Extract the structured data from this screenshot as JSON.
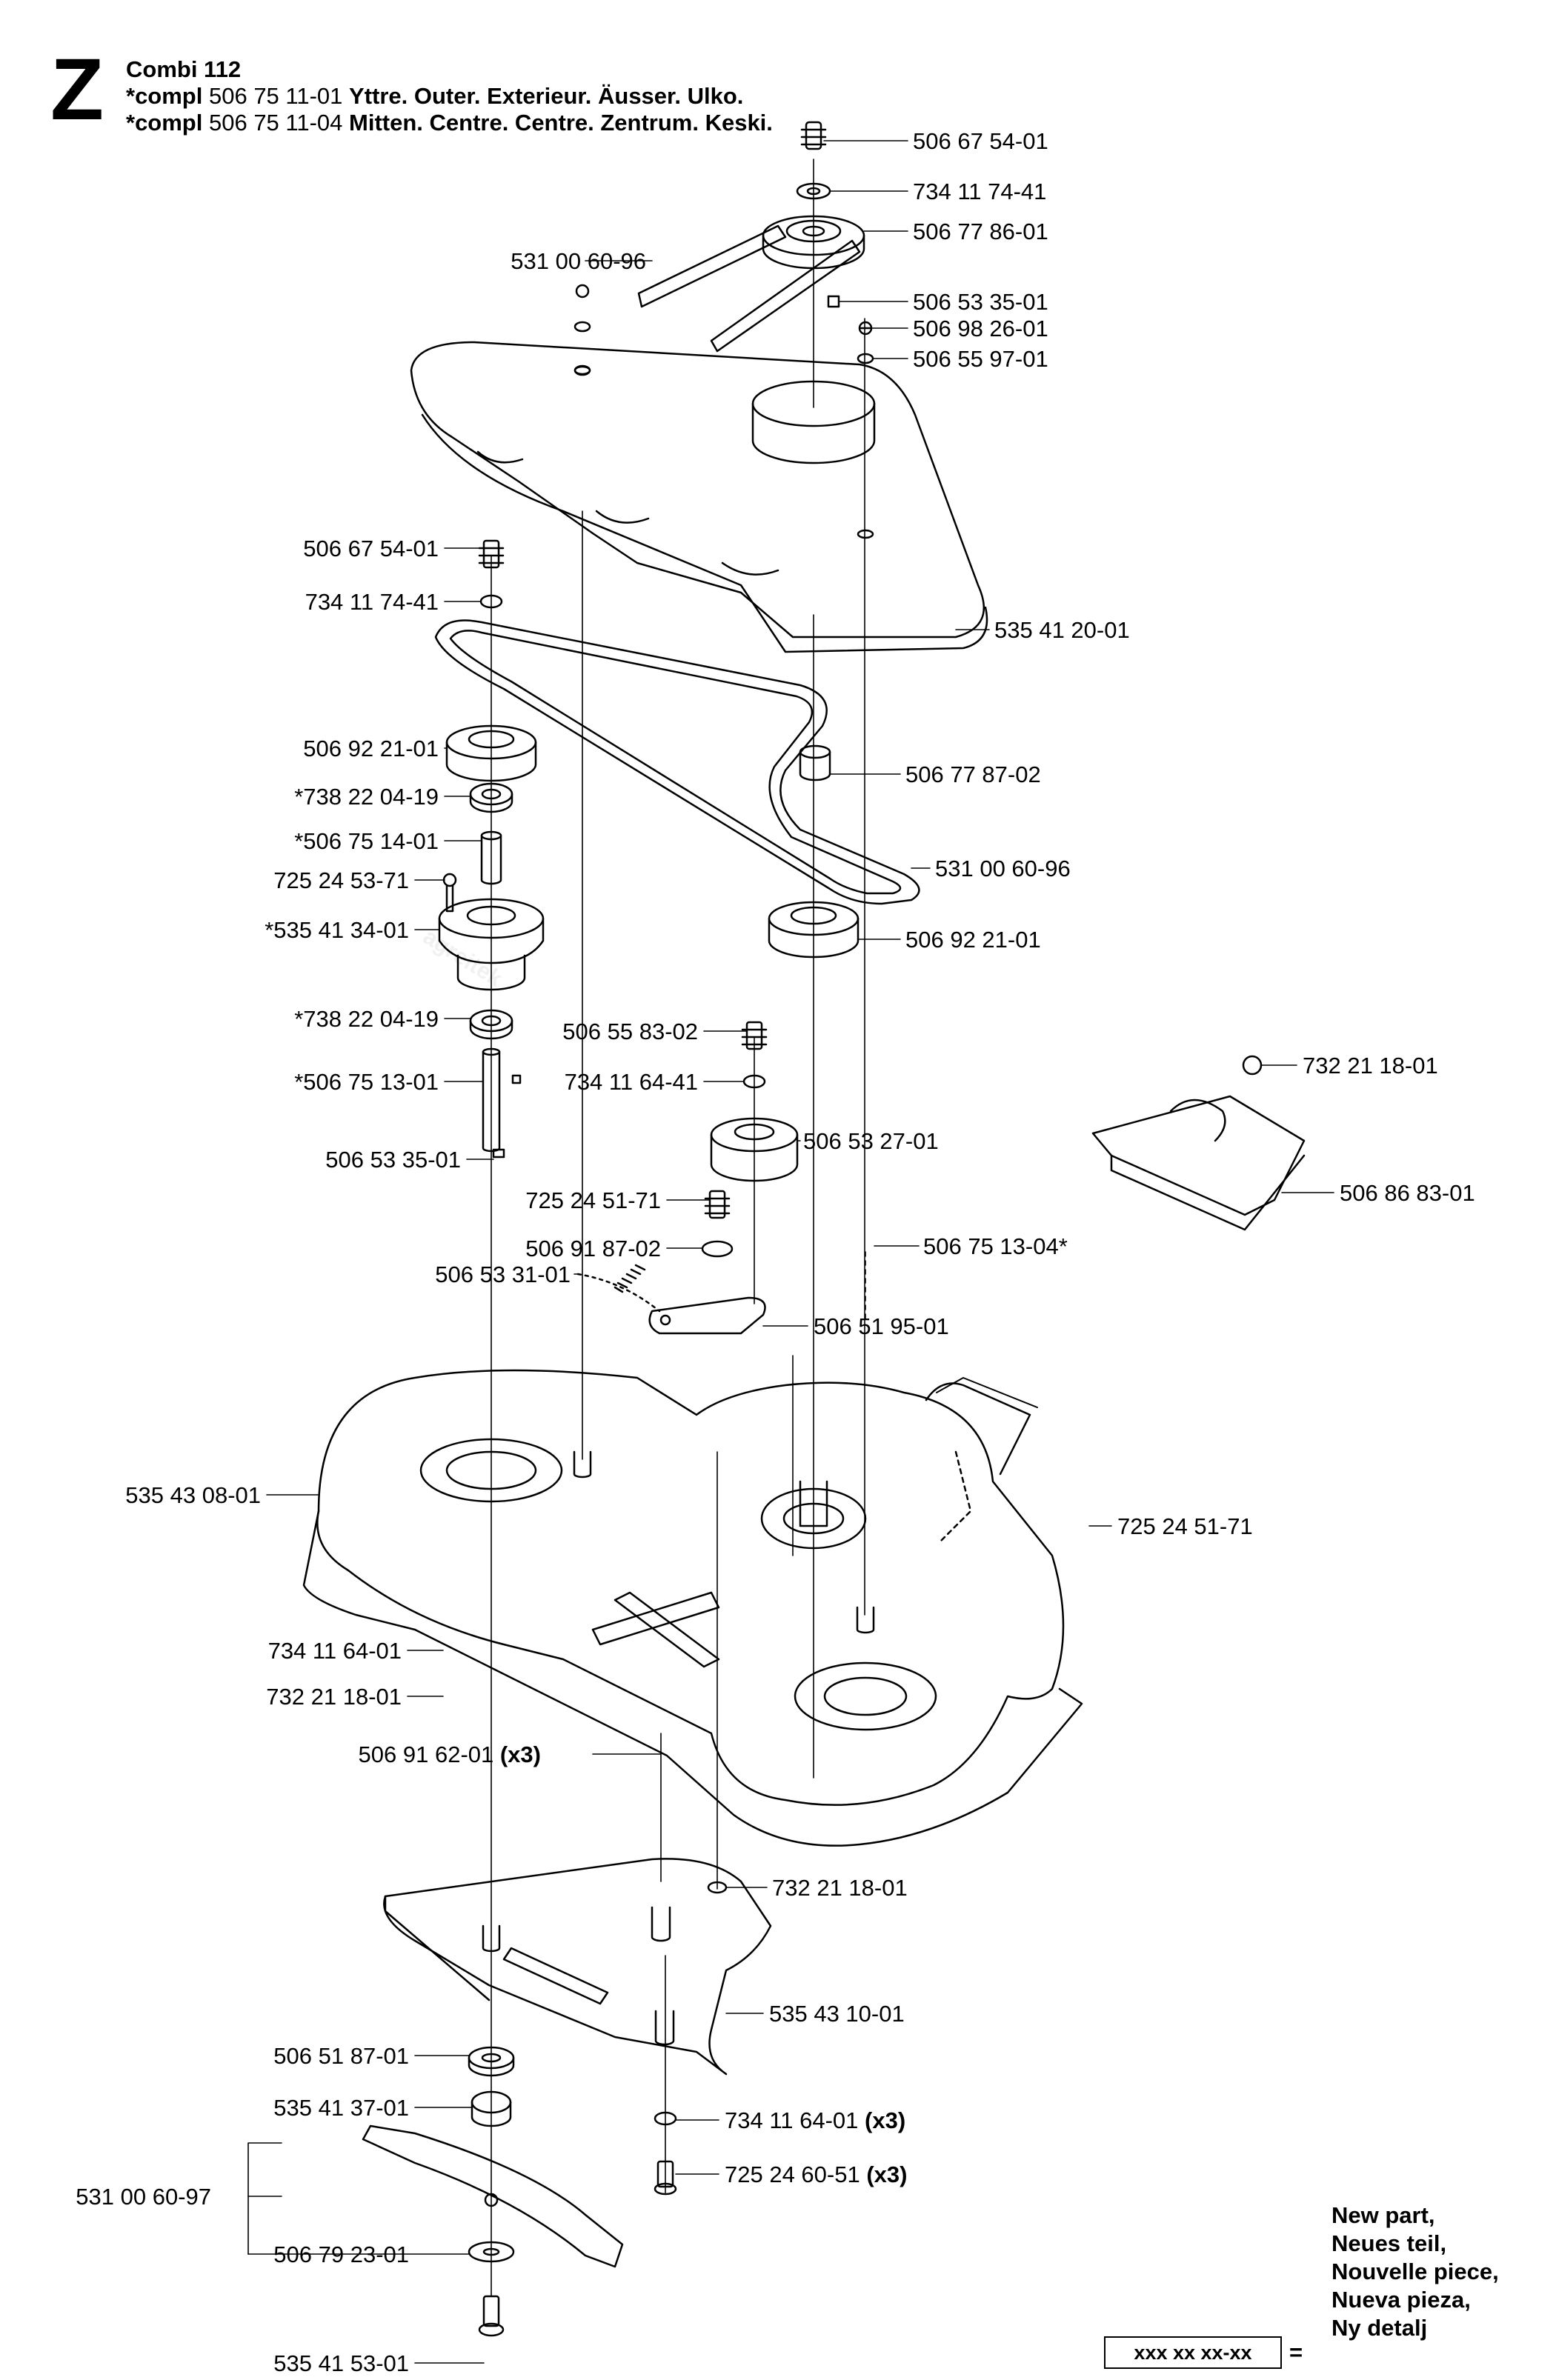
{
  "header": {
    "section_letter": "Z",
    "model": "Combi 112",
    "compl_lines": [
      {
        "prefix": "*compl",
        "number": "506 75 11-01",
        "text": "Yttre. Outer. Exterieur. Äusser. Ulko."
      },
      {
        "prefix": "*compl",
        "number": "506 75 11-04",
        "text": "Mitten. Centre. Centre. Zentrum. Keski."
      }
    ]
  },
  "callouts": [
    {
      "id": "c01",
      "text": "506 67 54-01"
    },
    {
      "id": "c02",
      "text": "734 11 74-41"
    },
    {
      "id": "c03",
      "text": "506 77 86-01"
    },
    {
      "id": "c04",
      "text": "531 00 60-96"
    },
    {
      "id": "c05",
      "text": "506 53 35-01"
    },
    {
      "id": "c06",
      "text": "506 98 26-01"
    },
    {
      "id": "c07",
      "text": "506 55 97-01"
    },
    {
      "id": "c08",
      "text": "506 67 54-01"
    },
    {
      "id": "c09",
      "text": "734 11 74-41"
    },
    {
      "id": "c10",
      "text": "535 41 20-01"
    },
    {
      "id": "c11",
      "text": "506 92 21-01"
    },
    {
      "id": "c12",
      "text": "*738 22 04-19"
    },
    {
      "id": "c13",
      "text": "506 77 87-02"
    },
    {
      "id": "c14",
      "text": "*506 75 14-01"
    },
    {
      "id": "c15",
      "text": "725 24 53-71"
    },
    {
      "id": "c16",
      "text": "531 00 60-96"
    },
    {
      "id": "c17",
      "text": "*535 41 34-01"
    },
    {
      "id": "c18",
      "text": "506 92 21-01"
    },
    {
      "id": "c19",
      "text": "*738 22 04-19"
    },
    {
      "id": "c20",
      "text": "506 55 83-02"
    },
    {
      "id": "c21",
      "text": "732 21 18-01"
    },
    {
      "id": "c22",
      "text": "*506 75 13-01"
    },
    {
      "id": "c23",
      "text": "734 11 64-41"
    },
    {
      "id": "c24",
      "text": "506 53 27-01"
    },
    {
      "id": "c25",
      "text": "506 53 35-01"
    },
    {
      "id": "c26",
      "text": "725 24 51-71"
    },
    {
      "id": "c27",
      "text": "506 86 83-01"
    },
    {
      "id": "c28",
      "text": "506 91 87-02"
    },
    {
      "id": "c29",
      "text": "506 75 13-04*"
    },
    {
      "id": "c30",
      "text": "506 53 31-01"
    },
    {
      "id": "c31",
      "text": "506 51 95-01"
    },
    {
      "id": "c32",
      "text": "535 43 08-01"
    },
    {
      "id": "c33",
      "text": "725 24 51-71"
    },
    {
      "id": "c34",
      "text": "734 11 64-01"
    },
    {
      "id": "c35",
      "text": "732 21 18-01"
    },
    {
      "id": "c36",
      "text": "506 91 62-01",
      "suffix": "(x3)"
    },
    {
      "id": "c37",
      "text": "732 21 18-01"
    },
    {
      "id": "c38",
      "text": "535 43 10-01"
    },
    {
      "id": "c39",
      "text": "506 51 87-01"
    },
    {
      "id": "c40",
      "text": "734 11 64-01",
      "suffix": "(x3)"
    },
    {
      "id": "c41",
      "text": "535 41 37-01"
    },
    {
      "id": "c42",
      "text": "725 24 60-51",
      "suffix": "(x3)"
    },
    {
      "id": "c43",
      "text": "531 00 60-97"
    },
    {
      "id": "c44",
      "text": "506 79 23-01"
    },
    {
      "id": "c45",
      "text": "535 41 53-01"
    }
  ],
  "legend": {
    "lines": [
      "New part,",
      "Neues teil,",
      "Nouvelle piece,",
      "Nueva pieza,",
      "Ny detalj"
    ],
    "box_text": "xxx xx xx-xx",
    "equals": "="
  },
  "colors": {
    "line": "#000000",
    "watermark": "#ececec"
  }
}
